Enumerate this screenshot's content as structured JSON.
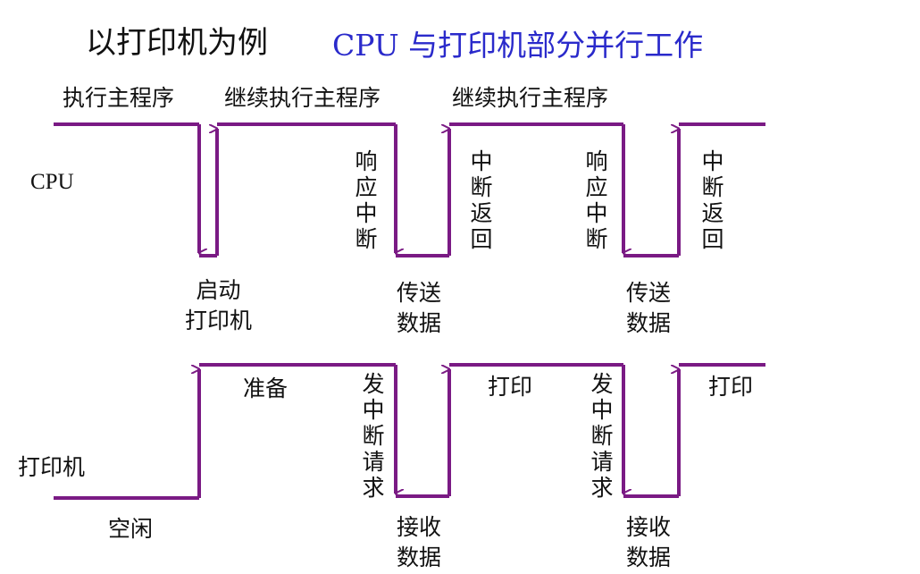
{
  "title": {
    "left": "以打印机为例",
    "right": "CPU 与打印机部分并行工作"
  },
  "colors": {
    "waveform": "#7a1a84",
    "title_accent": "#2a2acb",
    "text": "#111111"
  },
  "cpu": {
    "row_label": "CPU",
    "top_labels": [
      "执行主程序",
      "继续执行主程序",
      "继续执行主程序"
    ],
    "vertical_labels": [
      "响应中断",
      "中断返回",
      "响应中断",
      "中断返回"
    ],
    "bottom_labels": [
      "启动\n打印机",
      "传送\n数据",
      "传送\n数据"
    ]
  },
  "printer": {
    "row_label": "打印机",
    "top_labels": [
      "准备",
      "打印",
      "打印"
    ],
    "vertical_labels": [
      "发中断请求",
      "发中断请求"
    ],
    "bottom_labels": [
      "空闲",
      "接收\n数据",
      "接收\n数据"
    ]
  }
}
